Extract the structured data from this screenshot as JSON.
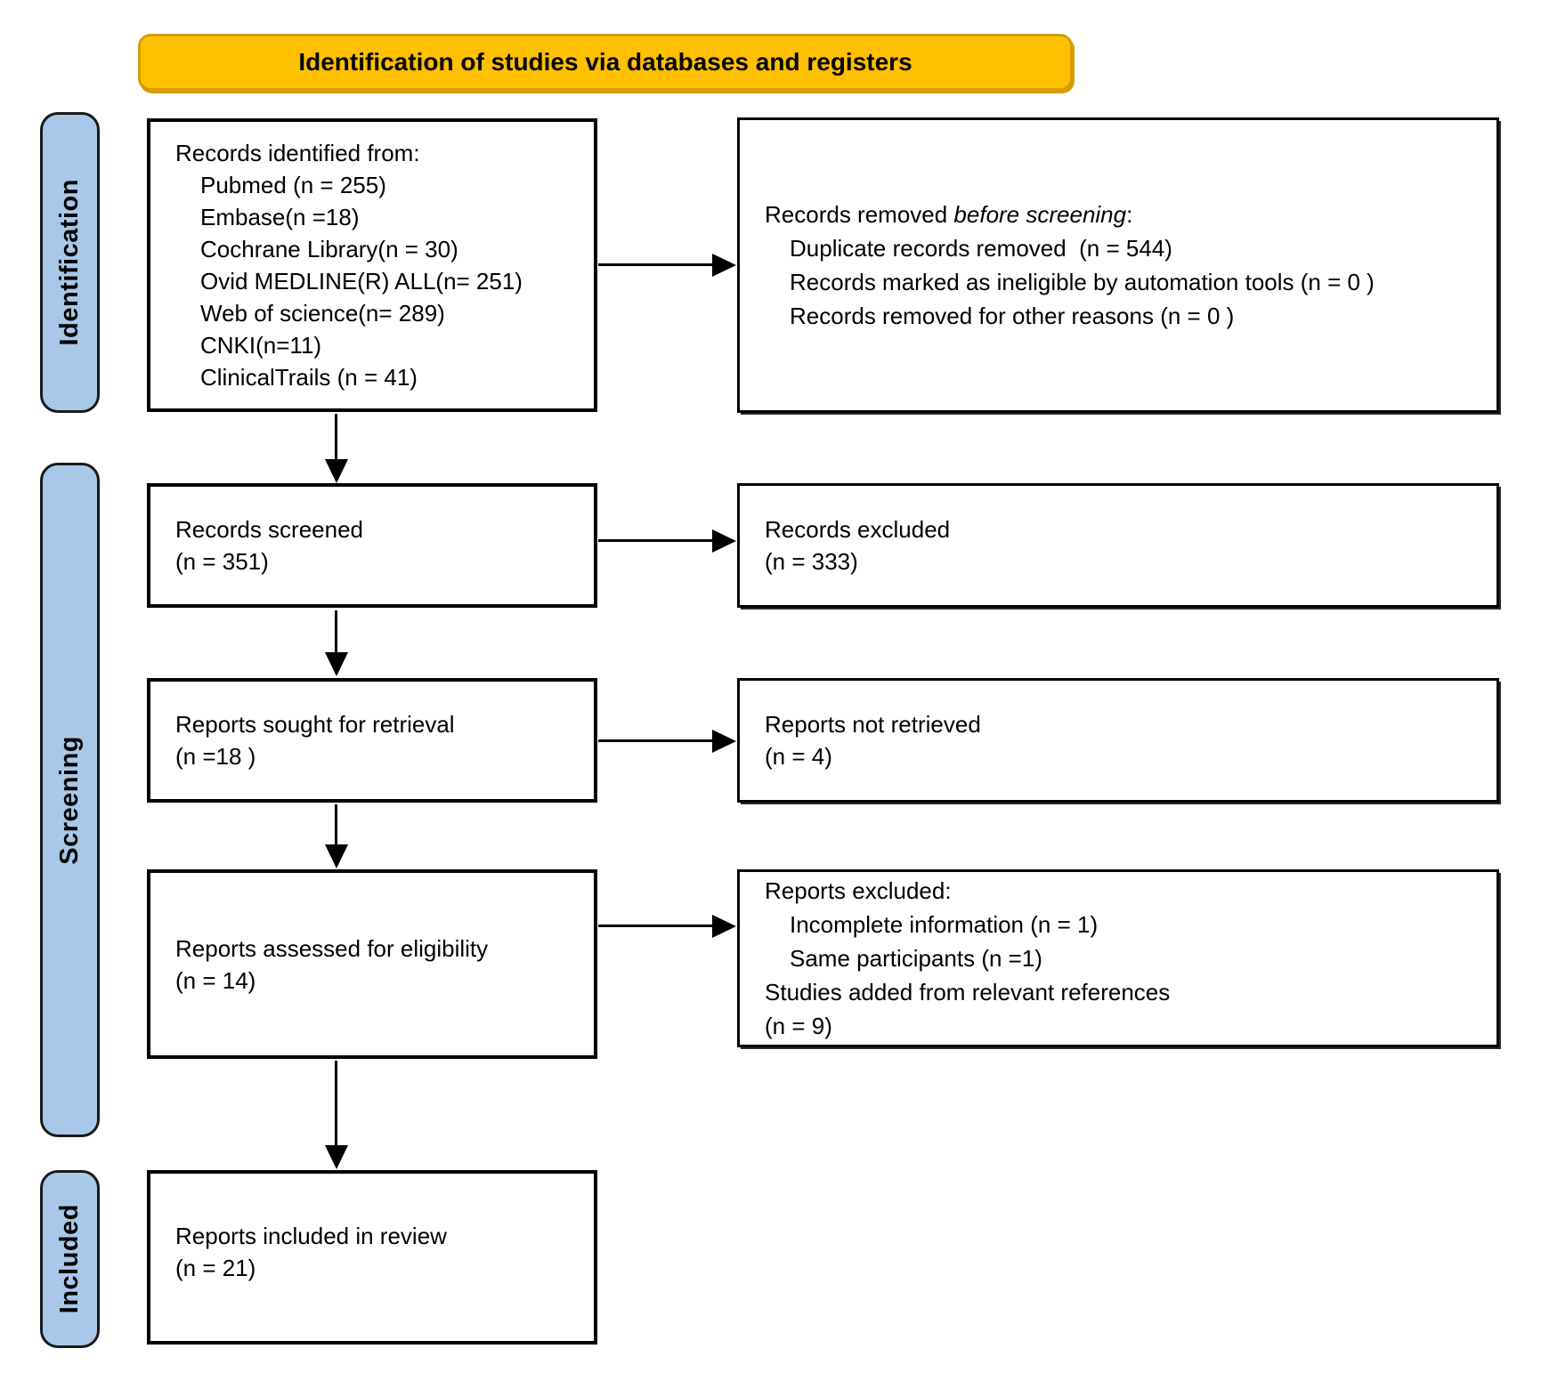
{
  "title": "Identification of studies via databases and registers",
  "stages": [
    {
      "label": "Identification"
    },
    {
      "label": "Screening"
    },
    {
      "label": "Included"
    }
  ],
  "boxes": {
    "identified": {
      "lines": [
        "Records identified from:",
        "Pubmed (n = 255)",
        "Embase(n =18)",
        "Cochrane Library(n = 30)",
        "Ovid MEDLINE(R) ALL(n= 251)",
        "Web of science(n= 289)",
        "CNKI(n=11)",
        "ClinicalTrails (n = 41)"
      ]
    },
    "removed": {
      "prefix": "Records removed ",
      "italic": "before screening",
      "suffix": ":",
      "lines": [
        "Duplicate records removed  (n = 544)",
        "Records marked as ineligible by automation tools (n = 0 )",
        "Records removed for other reasons (n = 0 )"
      ]
    },
    "screened": {
      "lines": [
        "Records screened",
        "(n = 351)"
      ]
    },
    "excluded": {
      "lines": [
        "Records excluded",
        "(n = 333)"
      ]
    },
    "sought": {
      "lines": [
        "Reports sought for retrieval",
        "(n =18 )"
      ]
    },
    "not_retrieved": {
      "lines": [
        "Reports not retrieved",
        "(n = 4)"
      ]
    },
    "assessed": {
      "lines": [
        "Reports assessed for eligibility",
        "(n = 14)"
      ]
    },
    "reports_excluded": {
      "lines": [
        "Reports excluded:",
        "Incomplete information (n = 1)",
        "Same participants (n =1)",
        "Studies added from relevant references",
        "(n = 9)"
      ]
    },
    "included_review": {
      "lines": [
        "Reports included in review",
        "(n = 21)"
      ]
    }
  },
  "colors": {
    "banner_fill": "#FFC000",
    "banner_border": "#D69E00",
    "stage_fill": "#A9C8E9",
    "stage_border": "#1A1A1A",
    "box_border": "#000000",
    "arrow": "#000000",
    "text": "#000000"
  }
}
